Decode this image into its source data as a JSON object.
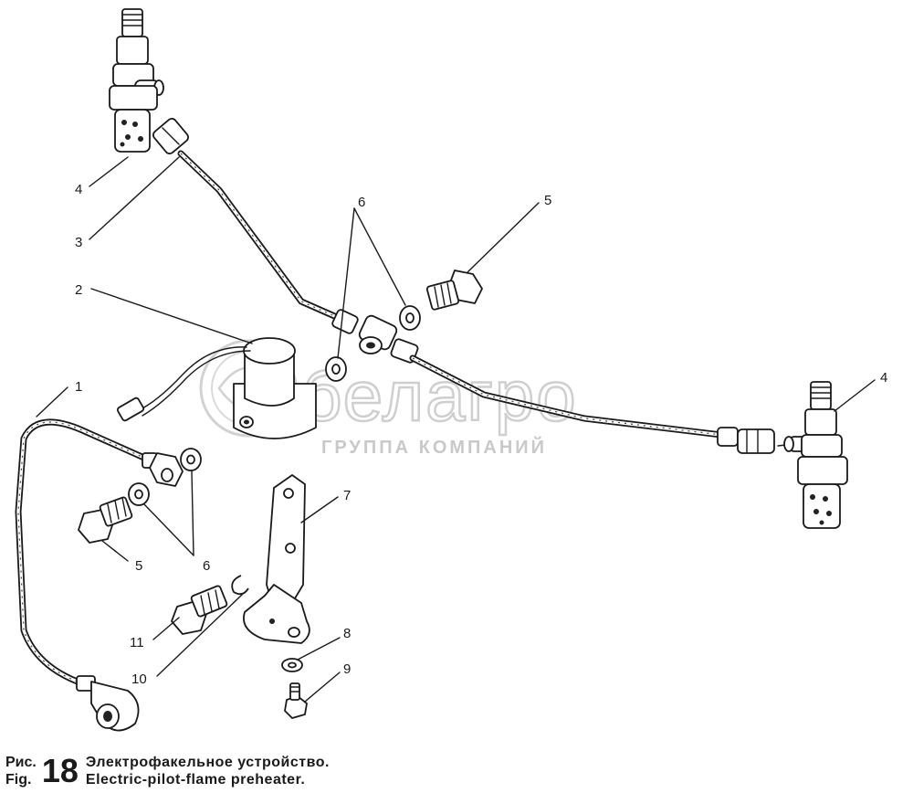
{
  "watermark": {
    "brand": "белагро",
    "tagline": "ГРУППА КОМПАНИЙ"
  },
  "callouts": [
    {
      "id": "c4a",
      "label": "4"
    },
    {
      "id": "c3",
      "label": "3"
    },
    {
      "id": "c2",
      "label": "2"
    },
    {
      "id": "c1",
      "label": "1"
    },
    {
      "id": "c6a",
      "label": "6"
    },
    {
      "id": "c5a",
      "label": "5"
    },
    {
      "id": "c4b",
      "label": "4"
    },
    {
      "id": "c7",
      "label": "7"
    },
    {
      "id": "c5b",
      "label": "5"
    },
    {
      "id": "c6b",
      "label": "6"
    },
    {
      "id": "c11",
      "label": "11"
    },
    {
      "id": "c10",
      "label": "10"
    },
    {
      "id": "c8",
      "label": "8"
    },
    {
      "id": "c9",
      "label": "9"
    }
  ],
  "caption": {
    "prefix_ru": "Рис.",
    "prefix_en": "Fig.",
    "number": "18",
    "title_ru": "Электрофакельное  устройство.",
    "title_en": "Electric-pilot-flame  preheater."
  }
}
